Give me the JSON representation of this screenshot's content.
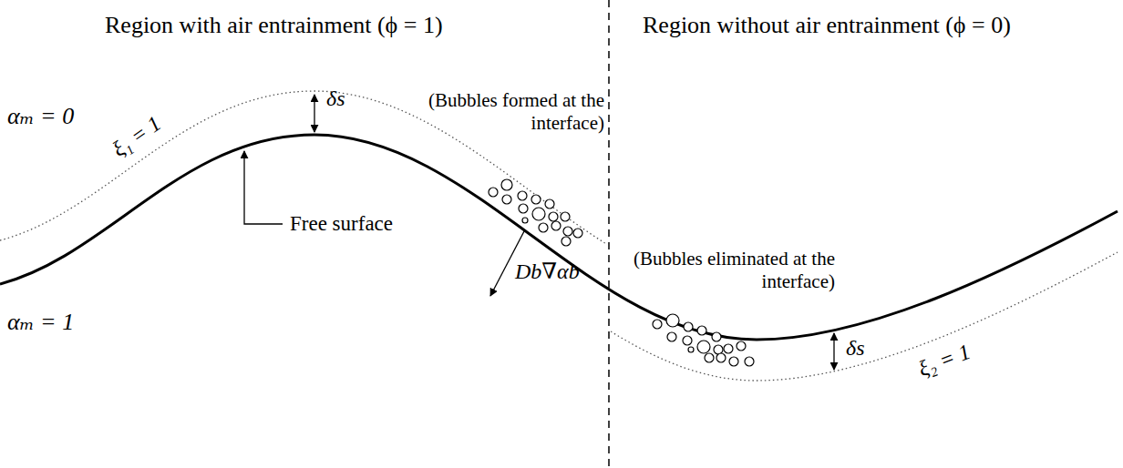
{
  "diagram": {
    "labels": [
      "Region with air entrainment (ϕ = 1)",
      "Region without air entrainment (ϕ = 0)",
      "δs",
      "(Bubbles formed at the interface)",
      "αₘ = 0",
      "ξ₁ = 1",
      "Free surface",
      "Db∇αb",
      "(Bubbles eliminated at the interface)",
      "αₘ = 1",
      "ξ₂ = 1",
      "δs"
    ]
  }
}
